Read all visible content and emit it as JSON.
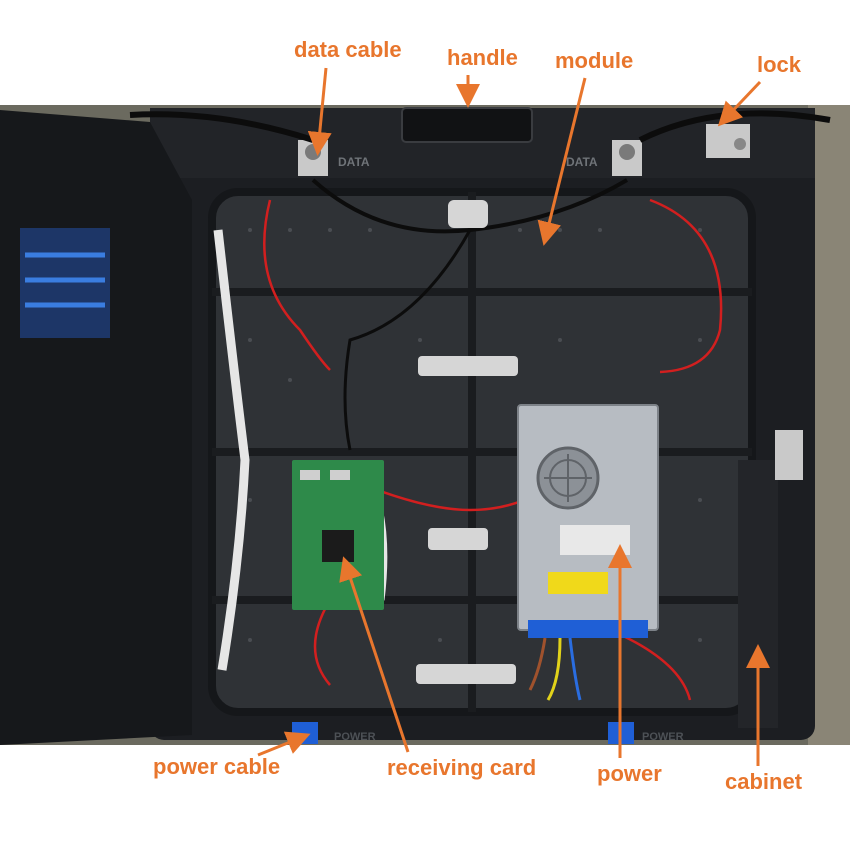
{
  "colors": {
    "label": "#E8762D",
    "arrow": "#E8762D",
    "background": "#ffffff",
    "cabinet_frame": "#1c1e22",
    "module_face": "#2f3236",
    "red_wire": "#d21f1f",
    "ribbon": "#d6d6d6",
    "pcb_green": "#2e8a4a",
    "psu_silver": "#b7bcc2",
    "connector_blue": "#1f5fd6"
  },
  "labels": {
    "data_cable": "data cable",
    "handle": "handle",
    "module": "module",
    "lock": "lock",
    "power_cable": "power cable",
    "receiving_card": "receiving card",
    "power": "power",
    "cabinet": "cabinet"
  },
  "photo_text": {
    "data_left": "DATA",
    "data_right": "DATA",
    "power_left": "POWER",
    "power_right": "POWER"
  }
}
